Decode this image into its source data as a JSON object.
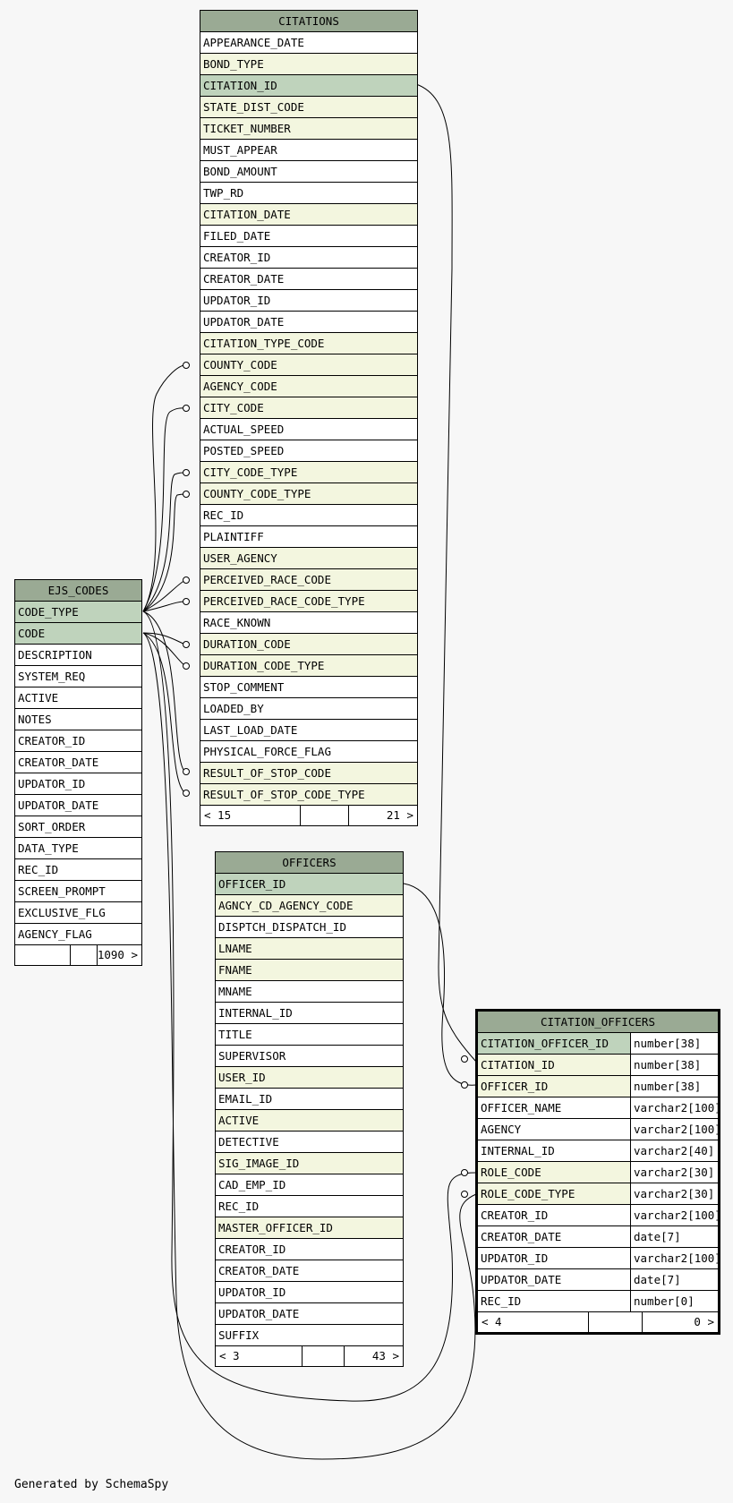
{
  "tables": {
    "citations": {
      "name": "CITATIONS",
      "columns": [
        {
          "name": "APPEARANCE_DATE",
          "kind": "plain"
        },
        {
          "name": "BOND_TYPE",
          "kind": "fk"
        },
        {
          "name": "CITATION_ID",
          "kind": "pk"
        },
        {
          "name": "STATE_DIST_CODE",
          "kind": "fk"
        },
        {
          "name": "TICKET_NUMBER",
          "kind": "fk"
        },
        {
          "name": "MUST_APPEAR",
          "kind": "plain"
        },
        {
          "name": "BOND_AMOUNT",
          "kind": "plain"
        },
        {
          "name": "TWP_RD",
          "kind": "plain"
        },
        {
          "name": "CITATION_DATE",
          "kind": "fk"
        },
        {
          "name": "FILED_DATE",
          "kind": "plain"
        },
        {
          "name": "CREATOR_ID",
          "kind": "plain"
        },
        {
          "name": "CREATOR_DATE",
          "kind": "plain"
        },
        {
          "name": "UPDATOR_ID",
          "kind": "plain"
        },
        {
          "name": "UPDATOR_DATE",
          "kind": "plain"
        },
        {
          "name": "CITATION_TYPE_CODE",
          "kind": "fk"
        },
        {
          "name": "COUNTY_CODE",
          "kind": "fk"
        },
        {
          "name": "AGENCY_CODE",
          "kind": "fk"
        },
        {
          "name": "CITY_CODE",
          "kind": "fk"
        },
        {
          "name": "ACTUAL_SPEED",
          "kind": "plain"
        },
        {
          "name": "POSTED_SPEED",
          "kind": "plain"
        },
        {
          "name": "CITY_CODE_TYPE",
          "kind": "fk"
        },
        {
          "name": "COUNTY_CODE_TYPE",
          "kind": "fk"
        },
        {
          "name": "REC_ID",
          "kind": "plain"
        },
        {
          "name": "PLAINTIFF",
          "kind": "plain"
        },
        {
          "name": "USER_AGENCY",
          "kind": "fk"
        },
        {
          "name": "PERCEIVED_RACE_CODE",
          "kind": "fk"
        },
        {
          "name": "PERCEIVED_RACE_CODE_TYPE",
          "kind": "fk"
        },
        {
          "name": "RACE_KNOWN",
          "kind": "plain"
        },
        {
          "name": "DURATION_CODE",
          "kind": "fk"
        },
        {
          "name": "DURATION_CODE_TYPE",
          "kind": "fk"
        },
        {
          "name": "STOP_COMMENT",
          "kind": "plain"
        },
        {
          "name": "LOADED_BY",
          "kind": "plain"
        },
        {
          "name": "LAST_LOAD_DATE",
          "kind": "plain"
        },
        {
          "name": "PHYSICAL_FORCE_FLAG",
          "kind": "plain"
        },
        {
          "name": "RESULT_OF_STOP_CODE",
          "kind": "fk"
        },
        {
          "name": "RESULT_OF_STOP_CODE_TYPE",
          "kind": "fk"
        }
      ],
      "footer": {
        "parents": "< 15",
        "middle": "",
        "children": "21 >"
      }
    },
    "ejs_codes": {
      "name": "EJS_CODES",
      "columns": [
        {
          "name": "CODE_TYPE",
          "kind": "pk"
        },
        {
          "name": "CODE",
          "kind": "pk"
        },
        {
          "name": "DESCRIPTION",
          "kind": "plain"
        },
        {
          "name": "SYSTEM_REQ",
          "kind": "plain"
        },
        {
          "name": "ACTIVE",
          "kind": "plain"
        },
        {
          "name": "NOTES",
          "kind": "plain"
        },
        {
          "name": "CREATOR_ID",
          "kind": "plain"
        },
        {
          "name": "CREATOR_DATE",
          "kind": "plain"
        },
        {
          "name": "UPDATOR_ID",
          "kind": "plain"
        },
        {
          "name": "UPDATOR_DATE",
          "kind": "plain"
        },
        {
          "name": "SORT_ORDER",
          "kind": "plain"
        },
        {
          "name": "DATA_TYPE",
          "kind": "plain"
        },
        {
          "name": "REC_ID",
          "kind": "plain"
        },
        {
          "name": "SCREEN_PROMPT",
          "kind": "plain"
        },
        {
          "name": "EXCLUSIVE_FLG",
          "kind": "plain"
        },
        {
          "name": "AGENCY_FLAG",
          "kind": "plain"
        }
      ],
      "footer": {
        "parents": "",
        "middle": "",
        "children": "1090 >"
      }
    },
    "officers": {
      "name": "OFFICERS",
      "columns": [
        {
          "name": "OFFICER_ID",
          "kind": "pk"
        },
        {
          "name": "AGNCY_CD_AGENCY_CODE",
          "kind": "fk"
        },
        {
          "name": "DISPTCH_DISPATCH_ID",
          "kind": "plain"
        },
        {
          "name": "LNAME",
          "kind": "fk"
        },
        {
          "name": "FNAME",
          "kind": "fk"
        },
        {
          "name": "MNAME",
          "kind": "plain"
        },
        {
          "name": "INTERNAL_ID",
          "kind": "plain"
        },
        {
          "name": "TITLE",
          "kind": "plain"
        },
        {
          "name": "SUPERVISOR",
          "kind": "plain"
        },
        {
          "name": "USER_ID",
          "kind": "fk"
        },
        {
          "name": "EMAIL_ID",
          "kind": "plain"
        },
        {
          "name": "ACTIVE",
          "kind": "fk"
        },
        {
          "name": "DETECTIVE",
          "kind": "plain"
        },
        {
          "name": "SIG_IMAGE_ID",
          "kind": "fk"
        },
        {
          "name": "CAD_EMP_ID",
          "kind": "plain"
        },
        {
          "name": "REC_ID",
          "kind": "plain"
        },
        {
          "name": "MASTER_OFFICER_ID",
          "kind": "fk"
        },
        {
          "name": "CREATOR_ID",
          "kind": "plain"
        },
        {
          "name": "CREATOR_DATE",
          "kind": "plain"
        },
        {
          "name": "UPDATOR_ID",
          "kind": "plain"
        },
        {
          "name": "UPDATOR_DATE",
          "kind": "plain"
        },
        {
          "name": "SUFFIX",
          "kind": "plain"
        }
      ],
      "footer": {
        "parents": "< 3",
        "middle": "",
        "children": "43 >"
      }
    },
    "citation_officers": {
      "name": "CITATION_OFFICERS",
      "columns": [
        {
          "name": "CITATION_OFFICER_ID",
          "type": "number[38]",
          "kind": "pk"
        },
        {
          "name": "CITATION_ID",
          "type": "number[38]",
          "kind": "fk"
        },
        {
          "name": "OFFICER_ID",
          "type": "number[38]",
          "kind": "fk"
        },
        {
          "name": "OFFICER_NAME",
          "type": "varchar2[100]",
          "kind": "plain"
        },
        {
          "name": "AGENCY",
          "type": "varchar2[100]",
          "kind": "plain"
        },
        {
          "name": "INTERNAL_ID",
          "type": "varchar2[40]",
          "kind": "plain"
        },
        {
          "name": "ROLE_CODE",
          "type": "varchar2[30]",
          "kind": "fk"
        },
        {
          "name": "ROLE_CODE_TYPE",
          "type": "varchar2[30]",
          "kind": "fk"
        },
        {
          "name": "CREATOR_ID",
          "type": "varchar2[100]",
          "kind": "plain"
        },
        {
          "name": "CREATOR_DATE",
          "type": "date[7]",
          "kind": "plain"
        },
        {
          "name": "UPDATOR_ID",
          "type": "varchar2[100]",
          "kind": "plain"
        },
        {
          "name": "UPDATOR_DATE",
          "type": "date[7]",
          "kind": "plain"
        },
        {
          "name": "REC_ID",
          "type": "number[0]",
          "kind": "plain"
        }
      ],
      "footer": {
        "parents": "< 4",
        "middle": "",
        "children": "0 >"
      }
    }
  },
  "footer_text": "Generated by SchemaSpy",
  "colors": {
    "header": "#9aaa94",
    "primary_key": "#bfd3bc",
    "foreign_key": "#f3f6df",
    "plain": "#ffffff",
    "background": "#f7f7f7"
  }
}
